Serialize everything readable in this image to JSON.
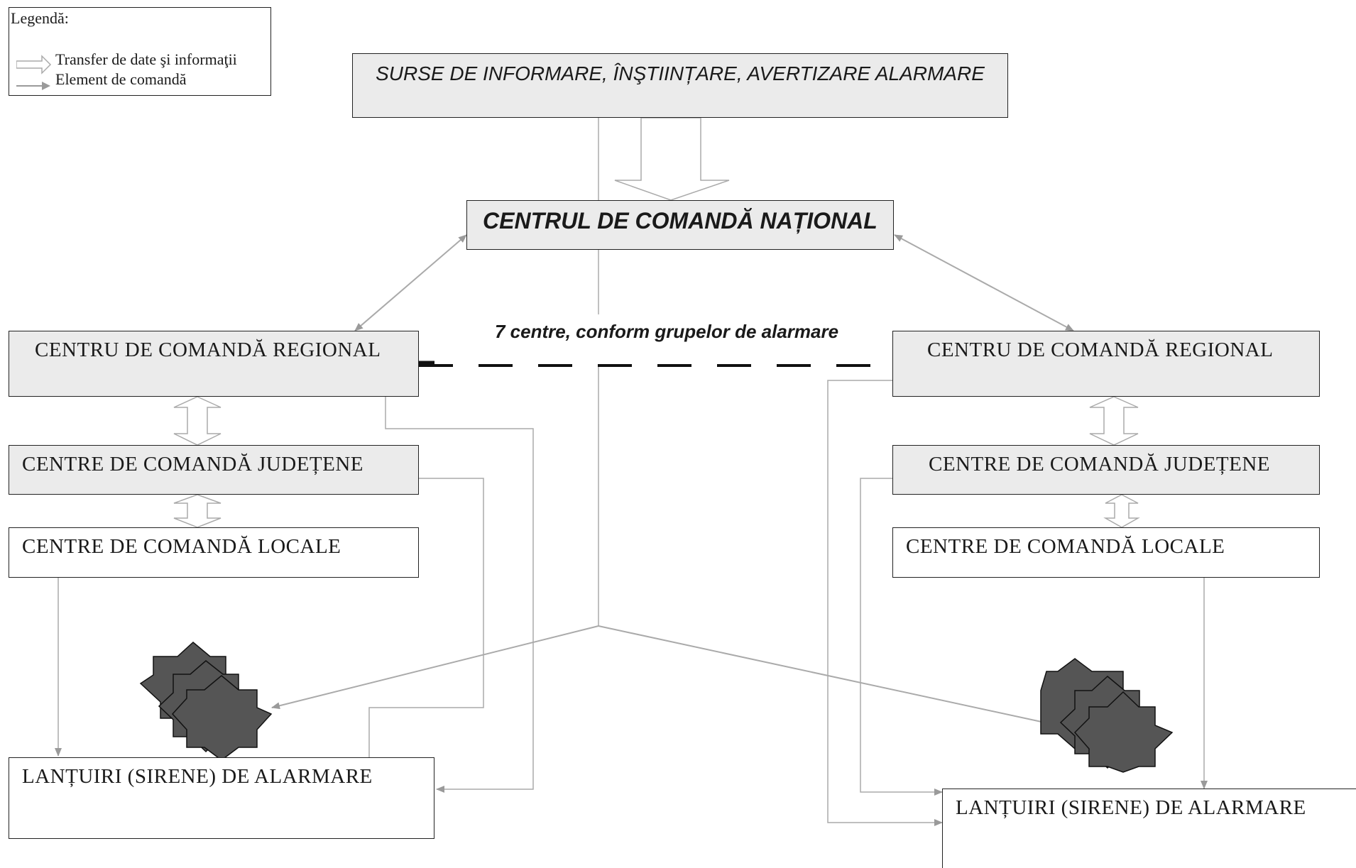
{
  "legend": {
    "title": "Legendă:",
    "data_transfer": "Transfer de date şi informaţii",
    "command": "Element de comandă"
  },
  "nodes": {
    "sources": "SURSE DE INFORMARE, ÎNŞTIINȚARE, AVERTIZARE ALARMARE",
    "national": "CENTRUL  DE COMANDĂ NAȚIONAL",
    "regional_left": "CENTRU DE COMANDĂ REGIONAL",
    "regional_right": "CENTRU DE COMANDĂ REGIONAL",
    "county_left": "CENTRE DE COMANDĂ JUDEȚENE",
    "county_right": "CENTRE DE COMANDĂ JUDEȚENE",
    "local_left": "CENTRE DE COMANDĂ LOCALE",
    "local_right": "CENTRE  DE COMANDĂ LOCALE",
    "sirens_left": "LANȚUIRI (SIRENE)  DE ALARMARE",
    "sirens_right": "LANȚUIRI (SIRENE)  DE ALARMARE"
  },
  "regional_note": "7 centre, conform grupelor de  alarmare",
  "colors": {
    "box_shaded": "#ebebeb",
    "line_gray": "#9a9a9a",
    "dash_black": "#111111",
    "star_fill": "#555555"
  }
}
